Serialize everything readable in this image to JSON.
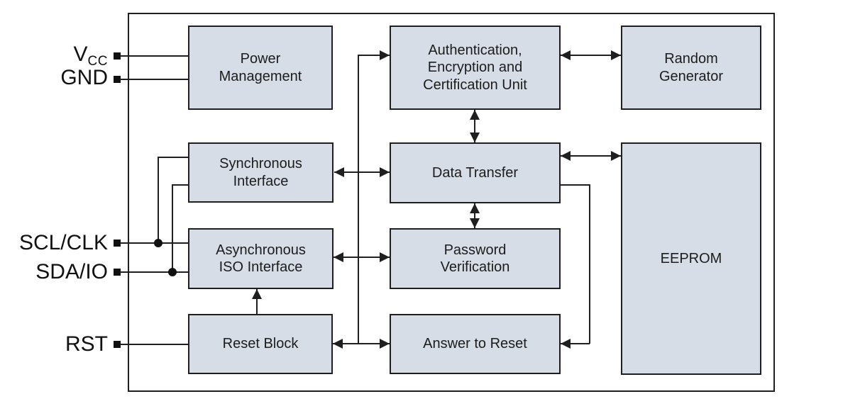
{
  "diagram": {
    "type": "chip-block-diagram",
    "blocks": {
      "power_management": {
        "label": "Power\nManagement"
      },
      "auth_unit": {
        "label": "Authentication,\nEncryption and\nCertification Unit"
      },
      "random_generator": {
        "label": "Random\nGenerator"
      },
      "synchronous_interface": {
        "label": "Synchronous\nInterface"
      },
      "data_transfer": {
        "label": "Data Transfer"
      },
      "eeprom": {
        "label": "EEPROM"
      },
      "asynchronous_iso_interface": {
        "label": "Asynchronous\nISO Interface"
      },
      "password_verification": {
        "label": "Password\nVerification"
      },
      "reset_block": {
        "label": "Reset Block"
      },
      "answer_to_reset": {
        "label": "Answer to Reset"
      }
    },
    "pins": {
      "vcc": {
        "label": "V",
        "sub": "CC"
      },
      "gnd": {
        "label": "GND"
      },
      "scl_clk": {
        "label": "SCL/CLK"
      },
      "sda_io": {
        "label": "SDA/IO"
      },
      "rst": {
        "label": "RST"
      }
    },
    "connections": [
      {
        "from": "VCC pin",
        "to": "Power Management",
        "type": "line"
      },
      {
        "from": "GND pin",
        "to": "Power Management",
        "type": "line"
      },
      {
        "from": "SCL/CLK pin",
        "to": "Asynchronous ISO Interface",
        "type": "line",
        "branch": "Synchronous Interface"
      },
      {
        "from": "SDA/IO pin",
        "to": "Asynchronous ISO Interface",
        "type": "line",
        "branch": "Synchronous Interface"
      },
      {
        "from": "RST pin",
        "to": "Reset Block",
        "type": "line"
      },
      {
        "from": "Synchronous Interface",
        "to": "Data Transfer",
        "type": "bidirectional-arrow"
      },
      {
        "from": "Asynchronous ISO Interface",
        "to": "Password Verification",
        "type": "bidirectional-arrow"
      },
      {
        "from": "Reset Block",
        "to": "Answer to Reset",
        "type": "bidirectional-arrow"
      },
      {
        "from": "Reset Block / Answer to Reset line",
        "to": "Authentication, Encryption and Certification Unit",
        "type": "arrow"
      },
      {
        "from": "Authentication, Encryption and Certification Unit",
        "to": "Random Generator",
        "type": "bidirectional-arrow"
      },
      {
        "from": "Authentication, Encryption and Certification Unit",
        "to": "Data Transfer",
        "type": "bidirectional-arrow"
      },
      {
        "from": "Data Transfer",
        "to": "EEPROM",
        "type": "bidirectional-arrow"
      },
      {
        "from": "Data Transfer",
        "to": "Password Verification",
        "type": "bidirectional-arrow"
      },
      {
        "from": "Data Transfer",
        "to": "Answer to Reset",
        "type": "arrow"
      },
      {
        "from": "Reset Block",
        "to": "Asynchronous ISO Interface",
        "type": "arrow"
      }
    ],
    "colors": {
      "block_fill": "#d7dde7",
      "block_border": "#1f1f1f",
      "wire": "#1f1f1f",
      "text": "#1c1c1c",
      "background": "#ffffff"
    }
  }
}
